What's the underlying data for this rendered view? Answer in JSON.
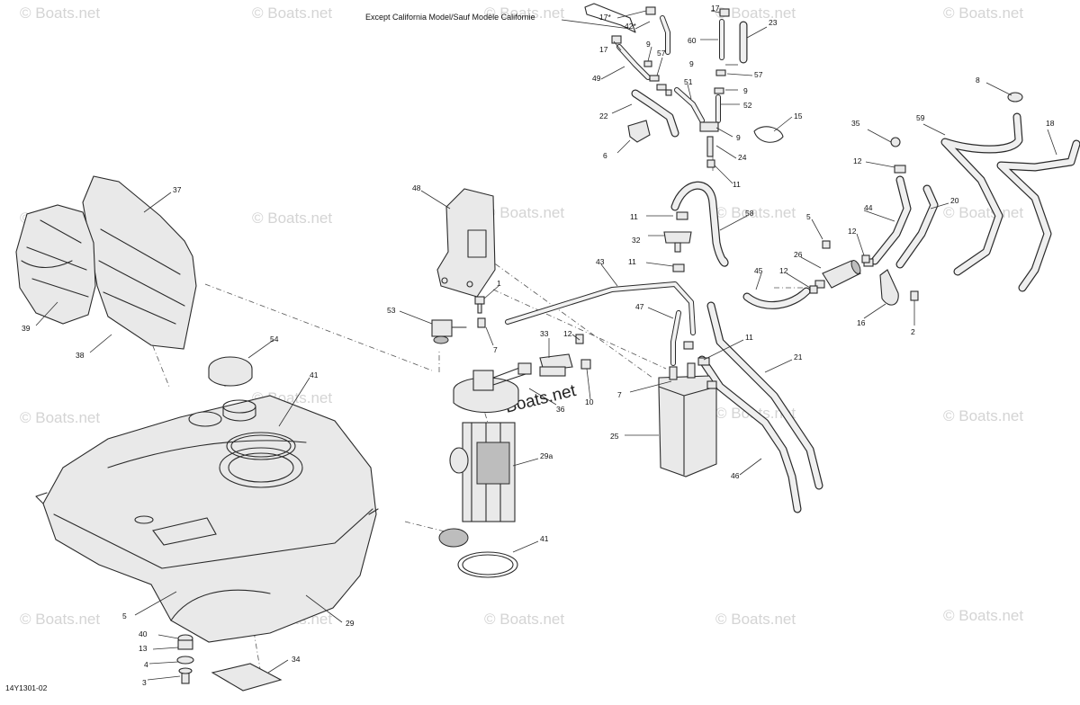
{
  "diagram": {
    "note": "Except California Model/Sauf Modèle Californie",
    "figure_code": "14Y1301-02",
    "watermark": "© Boats.net",
    "center_watermark": "Boats.net",
    "callouts": {
      "c1": "1",
      "c2": "2",
      "c3": "3",
      "c4": "4",
      "c5": "5",
      "c5b": "5",
      "c6": "6",
      "c7a": "7",
      "c7b": "7",
      "c8": "8",
      "c9a": "9",
      "c9b": "9",
      "c9c": "9",
      "c9d": "9",
      "c10": "10",
      "c11a": "11",
      "c11b": "11",
      "c11c": "11",
      "c11d": "11",
      "c12a": "12",
      "c12b": "12",
      "c12c": "12",
      "c12d": "12",
      "c13": "13",
      "c15": "15",
      "c16": "16",
      "c17a": "17",
      "c17b": "17*",
      "c17c": "17",
      "c18": "18",
      "c20": "20",
      "c21": "21",
      "c22": "22",
      "c23": "23",
      "c24": "24",
      "c25": "25",
      "c26": "26",
      "c29": "29",
      "c29a": "29a",
      "c32": "32",
      "c33": "33",
      "c34": "34",
      "c35": "35",
      "c36": "36",
      "c37": "37",
      "c38": "38",
      "c39": "39",
      "c40": "40",
      "c41a": "41",
      "c41b": "41",
      "c42": "42*",
      "c43": "43",
      "c44": "44",
      "c45": "45",
      "c46": "46",
      "c47": "47",
      "c48": "48",
      "c49": "49",
      "c51": "51",
      "c52": "52",
      "c53": "53",
      "c54": "54",
      "c57a": "57",
      "c57b": "57",
      "c58": "58",
      "c59": "59",
      "c60": "60"
    }
  }
}
